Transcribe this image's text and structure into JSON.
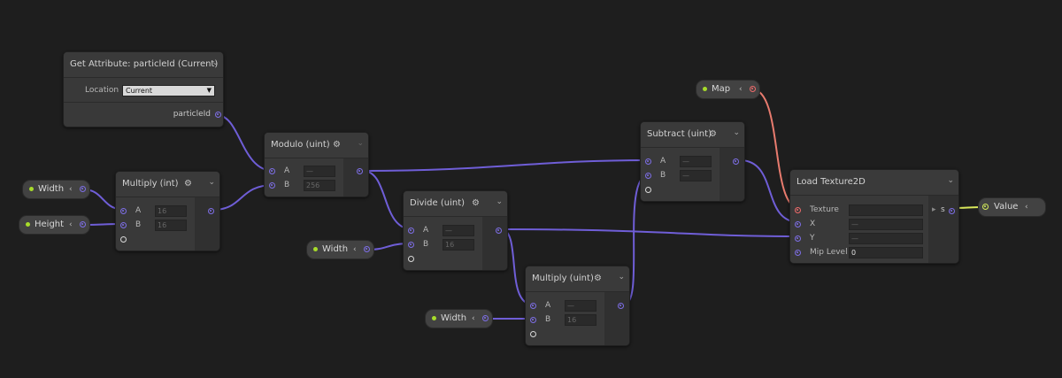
{
  "nodes": {
    "get_attribute": {
      "title": "Get Attribute: particleId (Current)",
      "location_label": "Location",
      "location_value": "Current",
      "output_label": "particleId"
    },
    "multiply_int": {
      "title": "Multiply (int)",
      "inputs": [
        {
          "label": "A",
          "value": "16"
        },
        {
          "label": "B",
          "value": "16"
        }
      ]
    },
    "modulo_uint": {
      "title": "Modulo (uint)",
      "inputs": [
        {
          "label": "A",
          "value": "—"
        },
        {
          "label": "B",
          "value": "256"
        }
      ]
    },
    "divide_uint": {
      "title": "Divide (uint)",
      "inputs": [
        {
          "label": "A",
          "value": "—"
        },
        {
          "label": "B",
          "value": "16"
        }
      ]
    },
    "subtract_uint": {
      "title": "Subtract (uint)",
      "inputs": [
        {
          "label": "A",
          "value": "—"
        },
        {
          "label": "B",
          "value": "—"
        }
      ]
    },
    "multiply_uint": {
      "title": "Multiply (uint)",
      "inputs": [
        {
          "label": "A",
          "value": "—"
        },
        {
          "label": "B",
          "value": "16"
        }
      ]
    },
    "load_texture": {
      "title": "Load Texture2D",
      "inputs": [
        {
          "label": "Texture",
          "value": ""
        },
        {
          "label": "X",
          "value": "—"
        },
        {
          "label": "Y",
          "value": "—"
        },
        {
          "label": "Mip Level",
          "value": "0"
        }
      ],
      "output_label": "s"
    }
  },
  "parameters": {
    "width_1": "Width",
    "height": "Height",
    "width_2": "Width",
    "width_3": "Width",
    "map": "Map",
    "value": "Value"
  },
  "glyphs": {
    "gear": "⚙",
    "chevron": "⌄",
    "arrow": "‹",
    "triangle": "▸",
    "dropdown": "▼"
  },
  "colors": {
    "background": "#1e1e1e",
    "node": "#393939",
    "wire_purple": "#6f5ed7",
    "wire_red": "#e87b6e",
    "wire_yellow": "#d9e85b",
    "param_dot": "#a7dc2a"
  }
}
